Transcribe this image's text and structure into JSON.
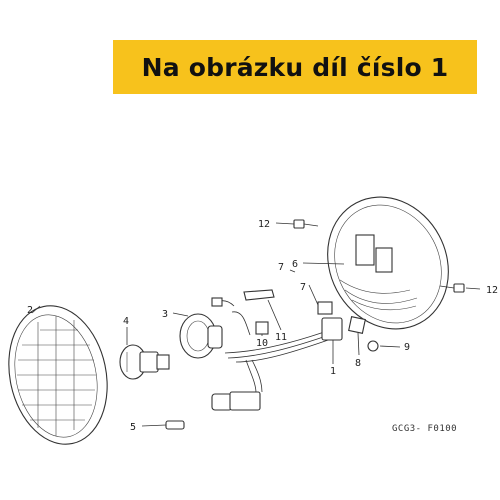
{
  "banner": {
    "text": "Na obrázku díl číslo 1",
    "color": "#f7c21c"
  },
  "diagram": {
    "callouts": [
      "1",
      "2",
      "3",
      "4",
      "5",
      "6",
      "7",
      "7",
      "8",
      "9",
      "10",
      "11",
      "12",
      "12"
    ],
    "code": "GCG3- F0100"
  }
}
